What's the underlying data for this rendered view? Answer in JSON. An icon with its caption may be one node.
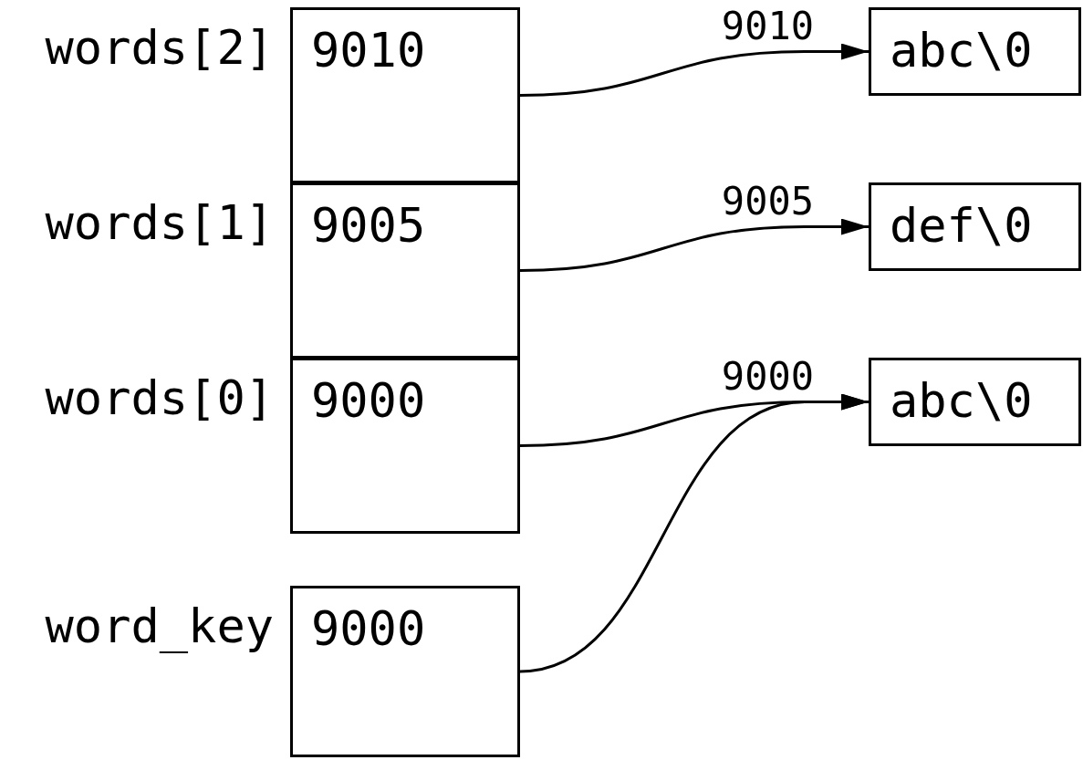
{
  "diagram": {
    "nodes": [
      {
        "text": [
          "9010"
        ],
        "beside": [
          "words[2]"
        ]
      },
      {
        "text": [
          "9005"
        ],
        "beside": [
          "words[1]"
        ]
      },
      {
        "text": [
          "9000"
        ],
        "beside": [
          "words[0]"
        ]
      },
      {
        "text": [
          "9000"
        ],
        "beside": [
          "word_key"
        ]
      },
      {
        "text": [
          "abc\\0"
        ]
      },
      {
        "text": [
          "def\\0"
        ]
      },
      {
        "text": [
          "abc\\0"
        ]
      }
    ],
    "edges": [
      {
        "from": 0,
        "to": 4,
        "arrow": "to",
        "label": "9010"
      },
      {
        "from": 1,
        "to": 5,
        "arrow": "to",
        "label": "9005"
      },
      {
        "from": 2,
        "to": 6,
        "arrow": "to",
        "label": "9000"
      },
      {
        "from": 3,
        "to": 6,
        "arrow": "to"
      }
    ]
  }
}
